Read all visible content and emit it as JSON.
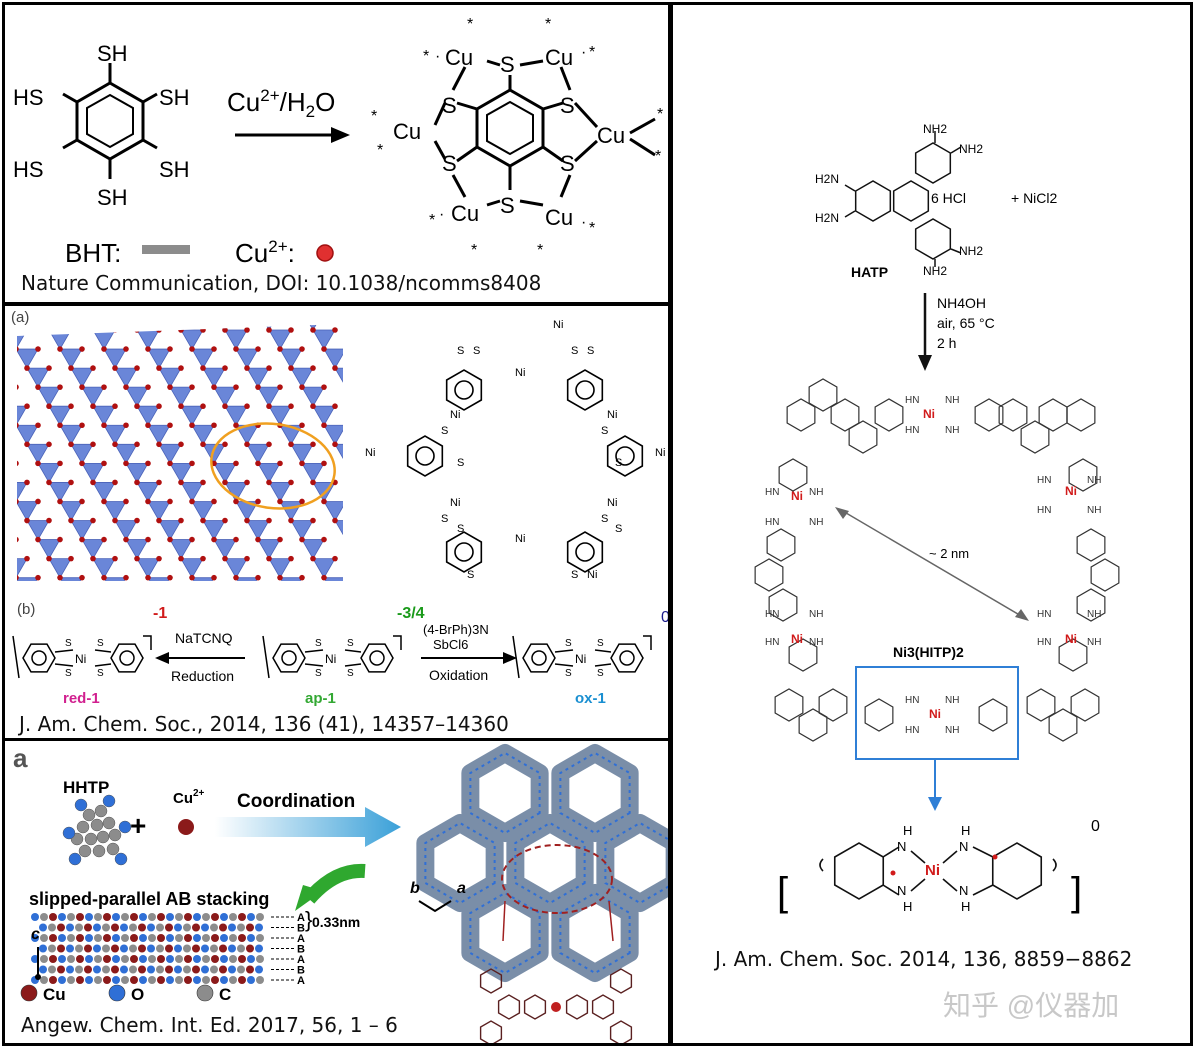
{
  "panel1": {
    "sh_labels": [
      "SH",
      "HS",
      "SH",
      "HS",
      "SH",
      "SH"
    ],
    "reagent": "Cu2+/H2O",
    "reagent_base": "Cu",
    "reagent_sup": "2+",
    "reagent_rest": "/H",
    "reagent_sub": "2",
    "reagent_end": "O",
    "cu_label": "Cu",
    "s_label": "S",
    "legend_bht": "BHT:",
    "legend_cu": "Cu",
    "legend_cu_sup": "2+",
    "legend_cu_colon": ":",
    "citation": "Nature Communication, DOI: 10.1038/ncomms8408"
  },
  "panel2": {
    "label_a": "(a)",
    "label_b": "(b)",
    "ni": "Ni",
    "s": "S",
    "charge_red": "-1",
    "charge_ap": "-3/4",
    "charge_ox": "0",
    "reduction_reagent": "NaTCNQ",
    "reduction_label": "Reduction",
    "oxidation_reagent1": "(4-BrPh)3N",
    "oxidation_reagent2": "SbCl6",
    "oxidation_label": "Oxidation",
    "state_red": "red-1",
    "state_ap": "ap-1",
    "state_ox": "ox-1",
    "citation": "J. Am. Chem. Soc., 2014, 136 (41), 14357–14360"
  },
  "panel3": {
    "label_a": "a",
    "hhtp": "HHTP",
    "cu2": "Cu2+",
    "cu2_base": "Cu",
    "cu2_sup": "2+",
    "plus": "+",
    "coordination": "Coordination",
    "stacking": "slipped-parallel AB stacking",
    "layers": [
      "A",
      "B",
      "A",
      "B",
      "A",
      "B",
      "A"
    ],
    "spacing": "0.33nm",
    "axis_c": "c",
    "axis_b": "b",
    "axis_a": "a",
    "legend": [
      {
        "label": "Cu",
        "color": "#8b1a1a"
      },
      {
        "label": "O",
        "color": "#2f6fd6"
      },
      {
        "label": "C",
        "color": "#8c8c8c"
      }
    ],
    "citation": "Angew. Chem. Int. Ed. 2017, 56, 1 – 6"
  },
  "panel4": {
    "nh2": "NH2",
    "h2n": "H2N",
    "hcl": "6 HCl",
    "nicl2": "+ NiCl2",
    "hatp": "HATP",
    "cond1": "NH4OH",
    "cond2": "air, 65 °C",
    "cond3": "2 h",
    "ni": "Ni",
    "nh": "NH",
    "hn": "HN",
    "distance": "~ 2 nm",
    "product": "Ni3(HITP)2",
    "charge": "0",
    "citation": "J. Am. Chem. Soc. 2014, 136, 8859−8862",
    "watermark": "知乎 @仪器加"
  },
  "colors": {
    "ni_red": "#d11b1b",
    "red_state": "#d1208f",
    "ap_state": "#33a833",
    "ox_state": "#1a8fd1",
    "charge_red": "#d11b1b",
    "charge_ap": "#1a9a1a",
    "charge_ox": "#1a1a8a",
    "box_blue": "#2f7fd6",
    "lattice_blue": "#5f7fd6",
    "node_red": "#b01010",
    "ring_orange": "#f0a020"
  }
}
